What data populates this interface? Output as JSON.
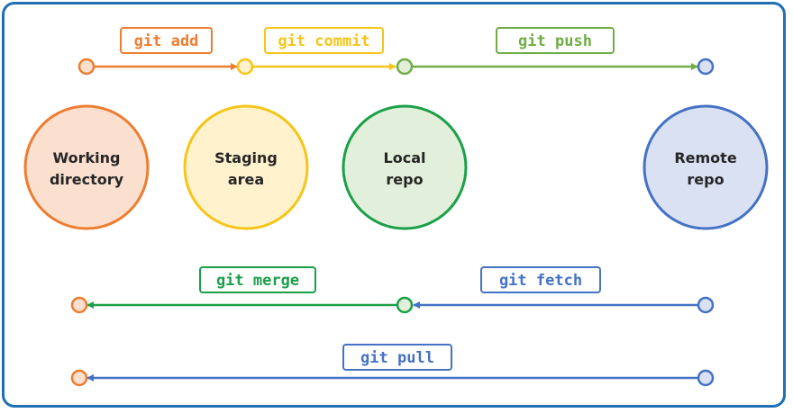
{
  "colors": {
    "frame": "#1f6fb3",
    "working": "#ed7d31",
    "working_fill": "#fbe0cf",
    "staging": "#f5c518",
    "staging_fill": "#fff2cc",
    "local": "#1ba049",
    "local_fill": "#e2efda",
    "remote": "#4472c4",
    "remote_fill": "#d9e1f2",
    "push": "#70ad47"
  },
  "areas": {
    "working": {
      "line1": "Working",
      "line2": "directory"
    },
    "staging": {
      "line1": "Staging",
      "line2": "area"
    },
    "local": {
      "line1": "Local",
      "line2": "repo"
    },
    "remote": {
      "line1": "Remote",
      "line2": "repo"
    }
  },
  "commands": {
    "add": "git add",
    "commit": "git commit",
    "push": "git push",
    "merge": "git merge",
    "fetch": "git fetch",
    "pull": "git pull"
  }
}
